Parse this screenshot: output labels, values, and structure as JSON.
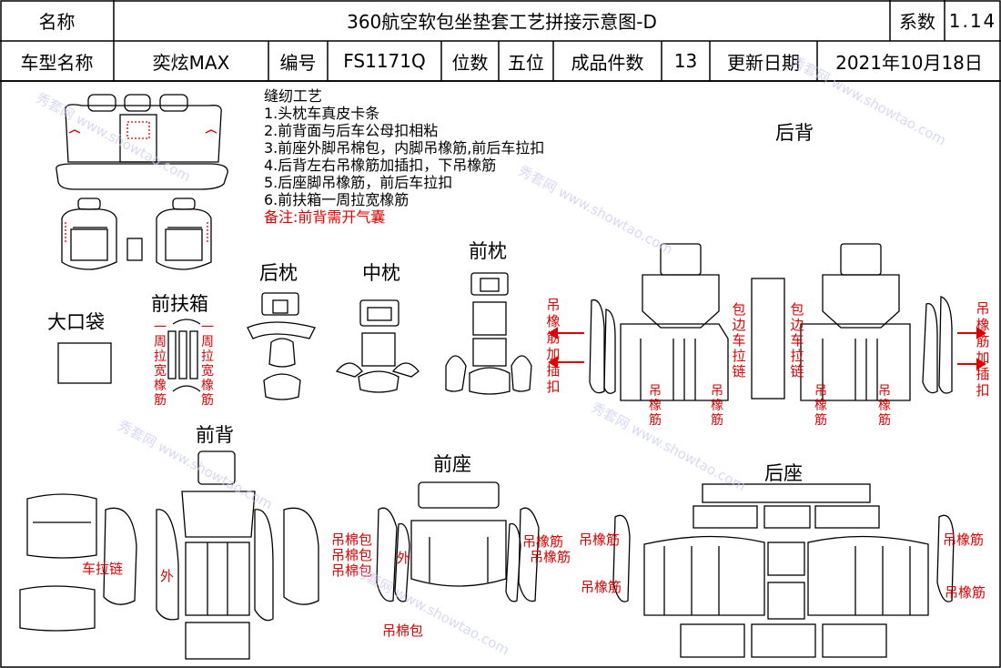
{
  "header": {
    "name_label": "名称",
    "title": "360航空软包坐垫套工艺拼接示意图-D",
    "coef_label": "系数",
    "coef_value": "1.14",
    "model_label": "车型名称",
    "model_value": "奕炫MAX",
    "code_label": "编号",
    "code_value": "FS1171Q",
    "seats_label": "位数",
    "seats_value": "五位",
    "pieces_label": "成品件数",
    "pieces_value": "13",
    "date_label": "更新日期",
    "date_value": "2021年10月18日"
  },
  "notes": {
    "heading": "缝纫工艺",
    "steps": [
      "1.头枕车真皮卡条",
      "2.前背面与后车公母扣相粘",
      "3.前座外脚吊棉包，内脚吊橡筋,前后车拉扣",
      "4.后背左右吊橡筋加插扣，下吊橡筋",
      "5.后座脚吊橡筋，前后车拉扣",
      "6.前扶箱一周拉宽橡筋"
    ],
    "remark": "备注:前背需开气囊"
  },
  "sections": {
    "rear_headrest": "后枕",
    "mid_headrest": "中枕",
    "front_headrest": "前枕",
    "big_pocket": "大口袋",
    "front_armrest": "前扶箱",
    "rear_back": "后背",
    "front_back": "前背",
    "front_seat": "前座",
    "rear_seat": "后座"
  },
  "annotations": {
    "armrest_left": "一周拉宽橡筋",
    "armrest_right": "一周拉宽橡筋",
    "rb_left_hang": "吊橡筋加插扣",
    "rb_right_hang": "吊橡筋加插扣",
    "rb_edge_left": "包边车拉链",
    "rb_edge_right": "包边车拉链",
    "rb_band1": "吊橡筋",
    "rb_band2": "吊橡筋",
    "rb_band3": "吊橡筋",
    "rb_band4": "吊橡筋",
    "fb_zip": "车拉链",
    "fb_out": "外",
    "fs_cotton1": "吊棉包",
    "fs_cotton2": "吊棉包",
    "fs_cotton3": "吊棉包",
    "fs_out": "外",
    "fs_band1": "吊橡筋",
    "fs_band2": "吊橡筋",
    "fs_cotton_bottom": "吊棉包",
    "rs_band1": "吊橡筋",
    "rs_band2": "吊橡筋",
    "rs_band3": "吊橡筋",
    "rs_band4": "吊橡筋"
  },
  "watermark": {
    "brand": "秀套网",
    "url": "www.showtao.com"
  },
  "colors": {
    "line": "#000000",
    "annotation": "#e00000",
    "watermark": "#c8c8f0"
  }
}
